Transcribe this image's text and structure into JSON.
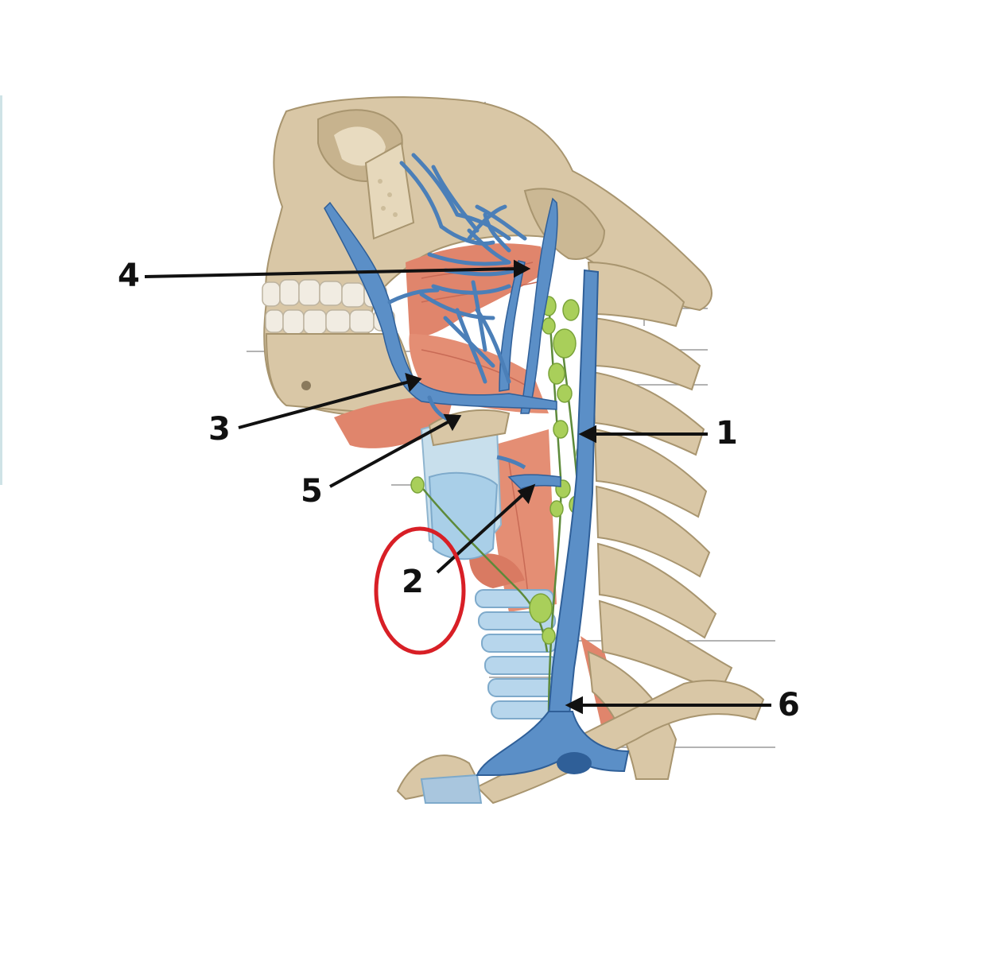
{
  "labels": {
    "one": "1",
    "two": "2",
    "three": "3",
    "four": "4",
    "five": "5",
    "six": "6"
  },
  "colors": {
    "bone": "#d9c7a6",
    "bone_shade": "#b8a584",
    "vein": "#5b8fc7",
    "vein_dark": "#2f5f98",
    "muscle": "#e0856c",
    "muscle_shade": "#c86a55",
    "lymph": "#a9cf5a",
    "cartilage": "#a9cfe8",
    "highlight_ring": "#d81f26",
    "leader": "#111111"
  }
}
